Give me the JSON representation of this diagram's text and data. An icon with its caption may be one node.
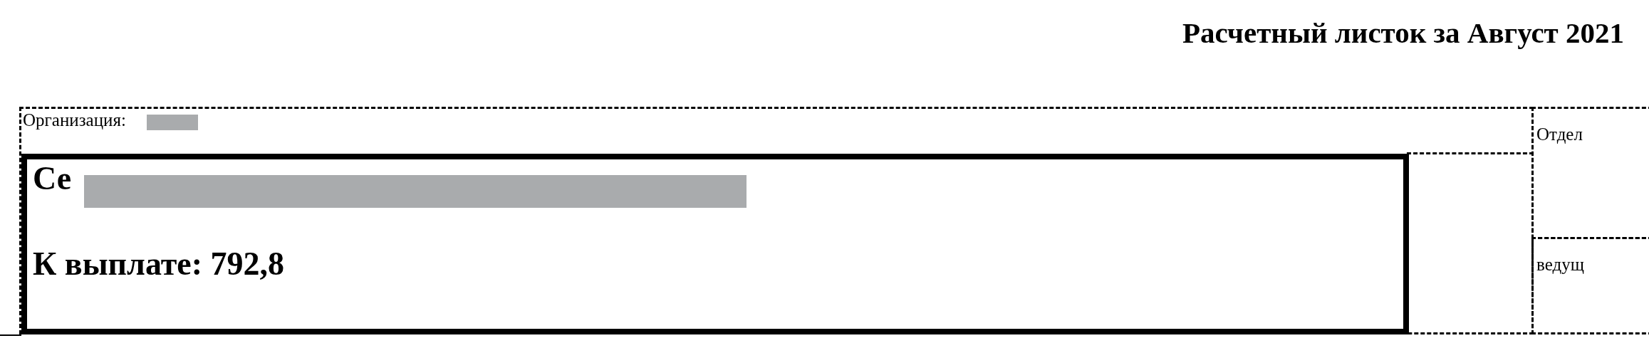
{
  "diagram": {
    "title": "Расчетный листок за Август 2021",
    "nodes": [
      {
        "text": [
          "Организация:"
        ]
      },
      {
        "text": [
          "Се",
          "К выплате: 792,8"
        ],
        "in": 0
      },
      {
        "text": [
          "Отдел"
        ]
      },
      {
        "text": [
          "ведущ"
        ]
      }
    ]
  }
}
